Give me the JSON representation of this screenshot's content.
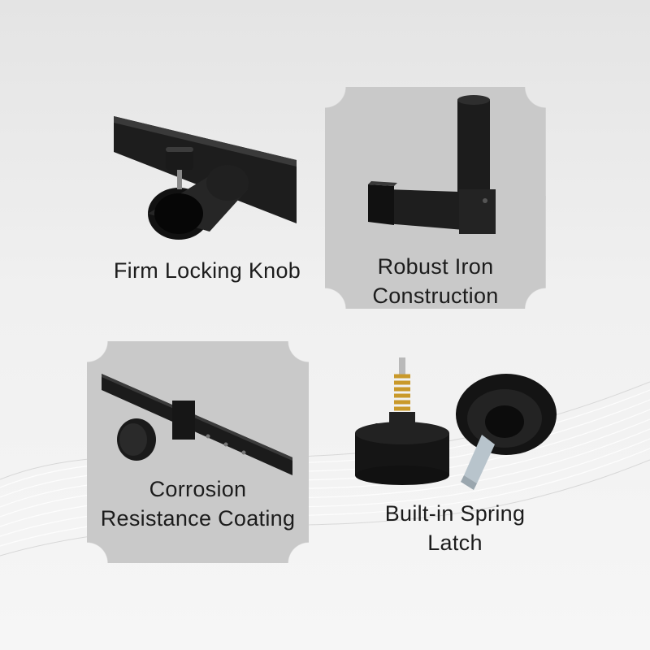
{
  "features": [
    {
      "id": "knob",
      "lines": [
        "Firm Locking Knob"
      ],
      "image_icon": "locking-knob-icon"
    },
    {
      "id": "iron",
      "lines": [
        "Robust Iron",
        "Construction"
      ],
      "image_icon": "iron-bracket-icon"
    },
    {
      "id": "coating",
      "lines": [
        "Corrosion",
        "Resistance Coating"
      ],
      "image_icon": "coated-tube-icon"
    },
    {
      "id": "spring",
      "lines": [
        "Built-in Spring",
        "Latch"
      ],
      "image_icon": "spring-latch-icon"
    }
  ],
  "colors": {
    "panel": "#c9c9c9",
    "background": "#eeeeee",
    "metal": "#1a1a1a",
    "text": "#1c1c1c"
  }
}
